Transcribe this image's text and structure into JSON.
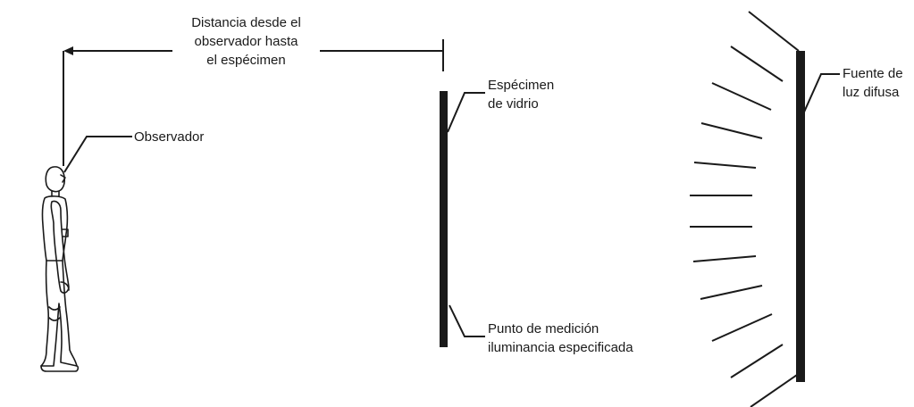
{
  "distance_label": {
    "lines": [
      "Distancia desde el",
      "observador hasta",
      "el espécimen"
    ]
  },
  "observer_label": "Observador",
  "specimen_label": {
    "lines": [
      "Espécimen",
      "de vidrio"
    ]
  },
  "measurement_label": {
    "lines": [
      "Punto de medición",
      "iluminancia especificada"
    ]
  },
  "source_label": {
    "lines": [
      "Fuente de",
      "luz difusa"
    ]
  },
  "colors": {
    "ink": "#1a1a1a",
    "background": "#ffffff"
  }
}
